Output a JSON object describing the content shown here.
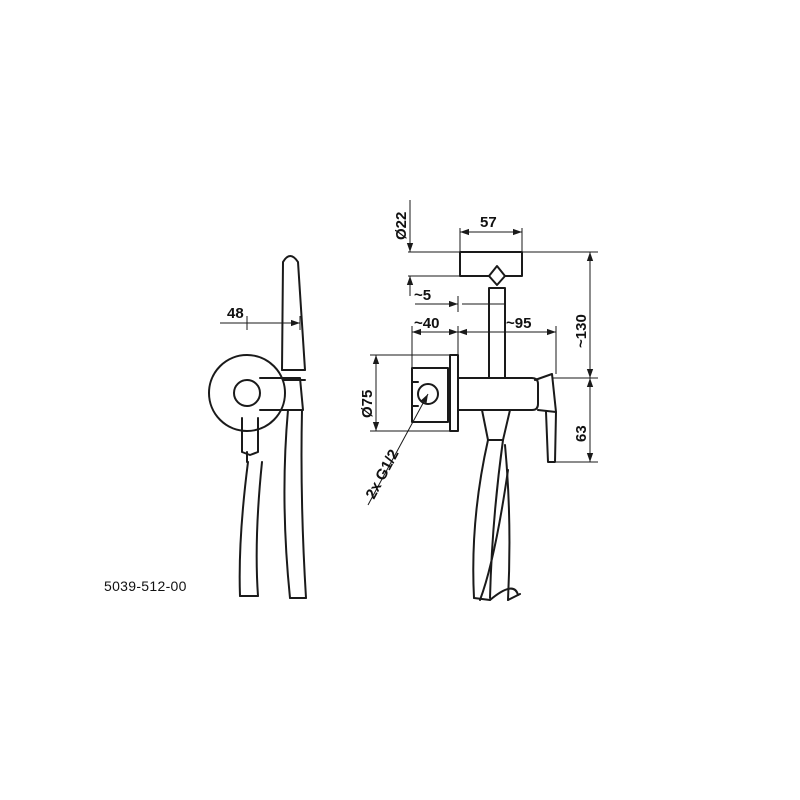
{
  "drawing": {
    "product_code": "5039-512-00",
    "dimensions": {
      "handle_offset": "48",
      "head_diameter": "Ø22",
      "head_width": "57",
      "nozzle_offset": "~5",
      "wall_depth": "~40",
      "lever_reach": "~95",
      "total_height": "~130",
      "plate_diameter": "Ø75",
      "lower_height": "63",
      "connection": "2x G1/2"
    }
  }
}
